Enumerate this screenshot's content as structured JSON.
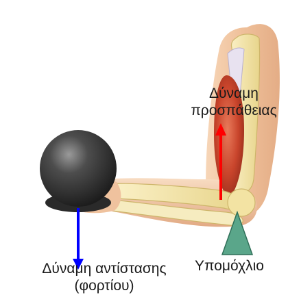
{
  "labels": {
    "effort_line1": "Δύναμη",
    "effort_line2": "προσπάθειας",
    "fulcrum": "Υπομόχλιο",
    "load_line1": "Δύναμη αντίστασης",
    "load_line2": "(φορτίου)"
  },
  "colors": {
    "effort_arrow": "#ff0000",
    "load_arrow": "#0000ff",
    "fulcrum": "#5aa68a",
    "skin": "#f0c4a0",
    "muscle": "#cc4a32",
    "bone": "#f4e7ad",
    "weight": "#3a3a3a"
  },
  "icons": {
    "weight": "dumbbell-weight",
    "fulcrum": "triangle-fulcrum"
  }
}
